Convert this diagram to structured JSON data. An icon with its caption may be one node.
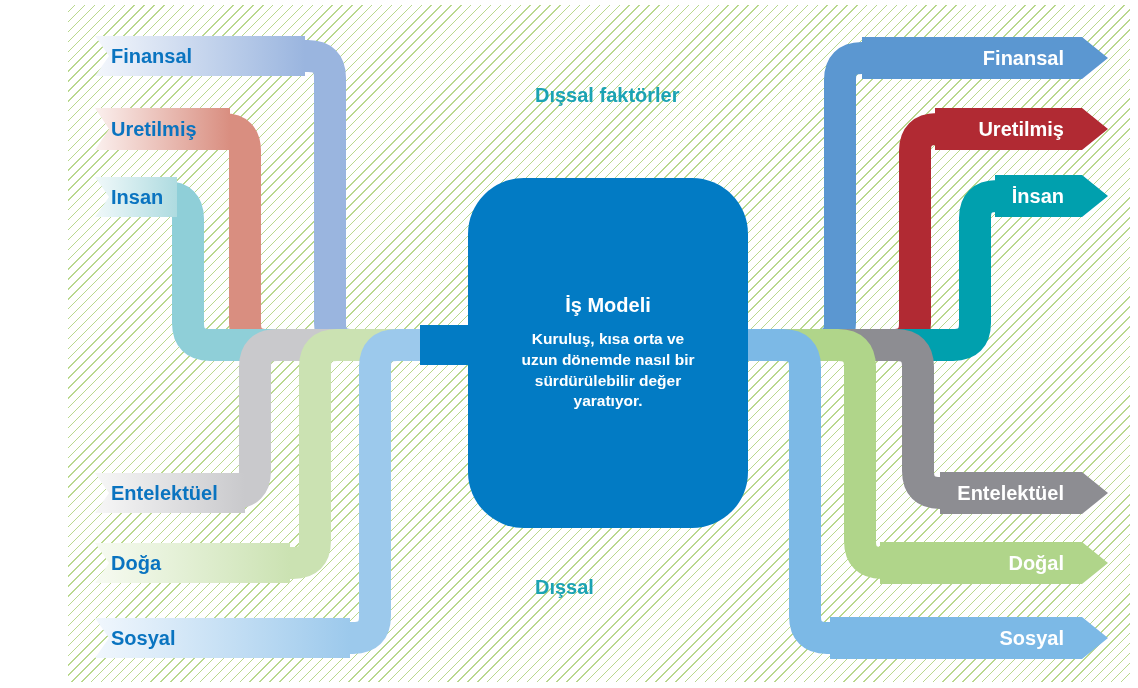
{
  "diagram": {
    "nodes": [
      {
        "text": [
          "İş Modeli",
          "Kuruluş, kısa orta ve uzun dönemde nasıl bir sürdürülebilir değer yaratıyor."
        ]
      },
      {
        "text": [
          "Finansal"
        ]
      },
      {
        "text": [
          "Uretilmiş"
        ]
      },
      {
        "text": [
          "Insan"
        ]
      },
      {
        "text": [
          "Entelektüel"
        ]
      },
      {
        "text": [
          "Doğa"
        ]
      },
      {
        "text": [
          "Sosyal"
        ]
      },
      {
        "text": [
          "Finansal"
        ]
      },
      {
        "text": [
          "Uretilmiş"
        ]
      },
      {
        "text": [
          "İnsan"
        ]
      },
      {
        "text": [
          "Entelektüel"
        ]
      },
      {
        "text": [
          "Doğal"
        ]
      },
      {
        "text": [
          "Sosyal"
        ]
      }
    ],
    "edges": [
      {
        "from": 1,
        "to": 0,
        "arrow": "none",
        "color": "#9ab5df"
      },
      {
        "from": 2,
        "to": 0,
        "arrow": "none",
        "color": "#d98e80"
      },
      {
        "from": 3,
        "to": 0,
        "arrow": "none",
        "color": "#8fcfd8"
      },
      {
        "from": 4,
        "to": 0,
        "arrow": "none",
        "color": "#c9c9cc"
      },
      {
        "from": 5,
        "to": 0,
        "arrow": "none",
        "color": "#cbe2b2"
      },
      {
        "from": 6,
        "to": 0,
        "arrow": "none",
        "color": "#9cc9ec"
      },
      {
        "from": 0,
        "to": 7,
        "arrow": "none",
        "color": "#5b97d1"
      },
      {
        "from": 0,
        "to": 8,
        "arrow": "none",
        "color": "#b12a33"
      },
      {
        "from": 0,
        "to": 9,
        "arrow": "none",
        "color": "#00a0ae"
      },
      {
        "from": 0,
        "to": 10,
        "arrow": "none",
        "color": "#8d8d92"
      },
      {
        "from": 0,
        "to": 11,
        "arrow": "none",
        "color": "#b0d58a"
      },
      {
        "from": 0,
        "to": 12,
        "arrow": "none",
        "color": "#7cb9e6"
      }
    ],
    "labels": [
      "Dışsal faktörler",
      "Dışsal"
    ]
  }
}
